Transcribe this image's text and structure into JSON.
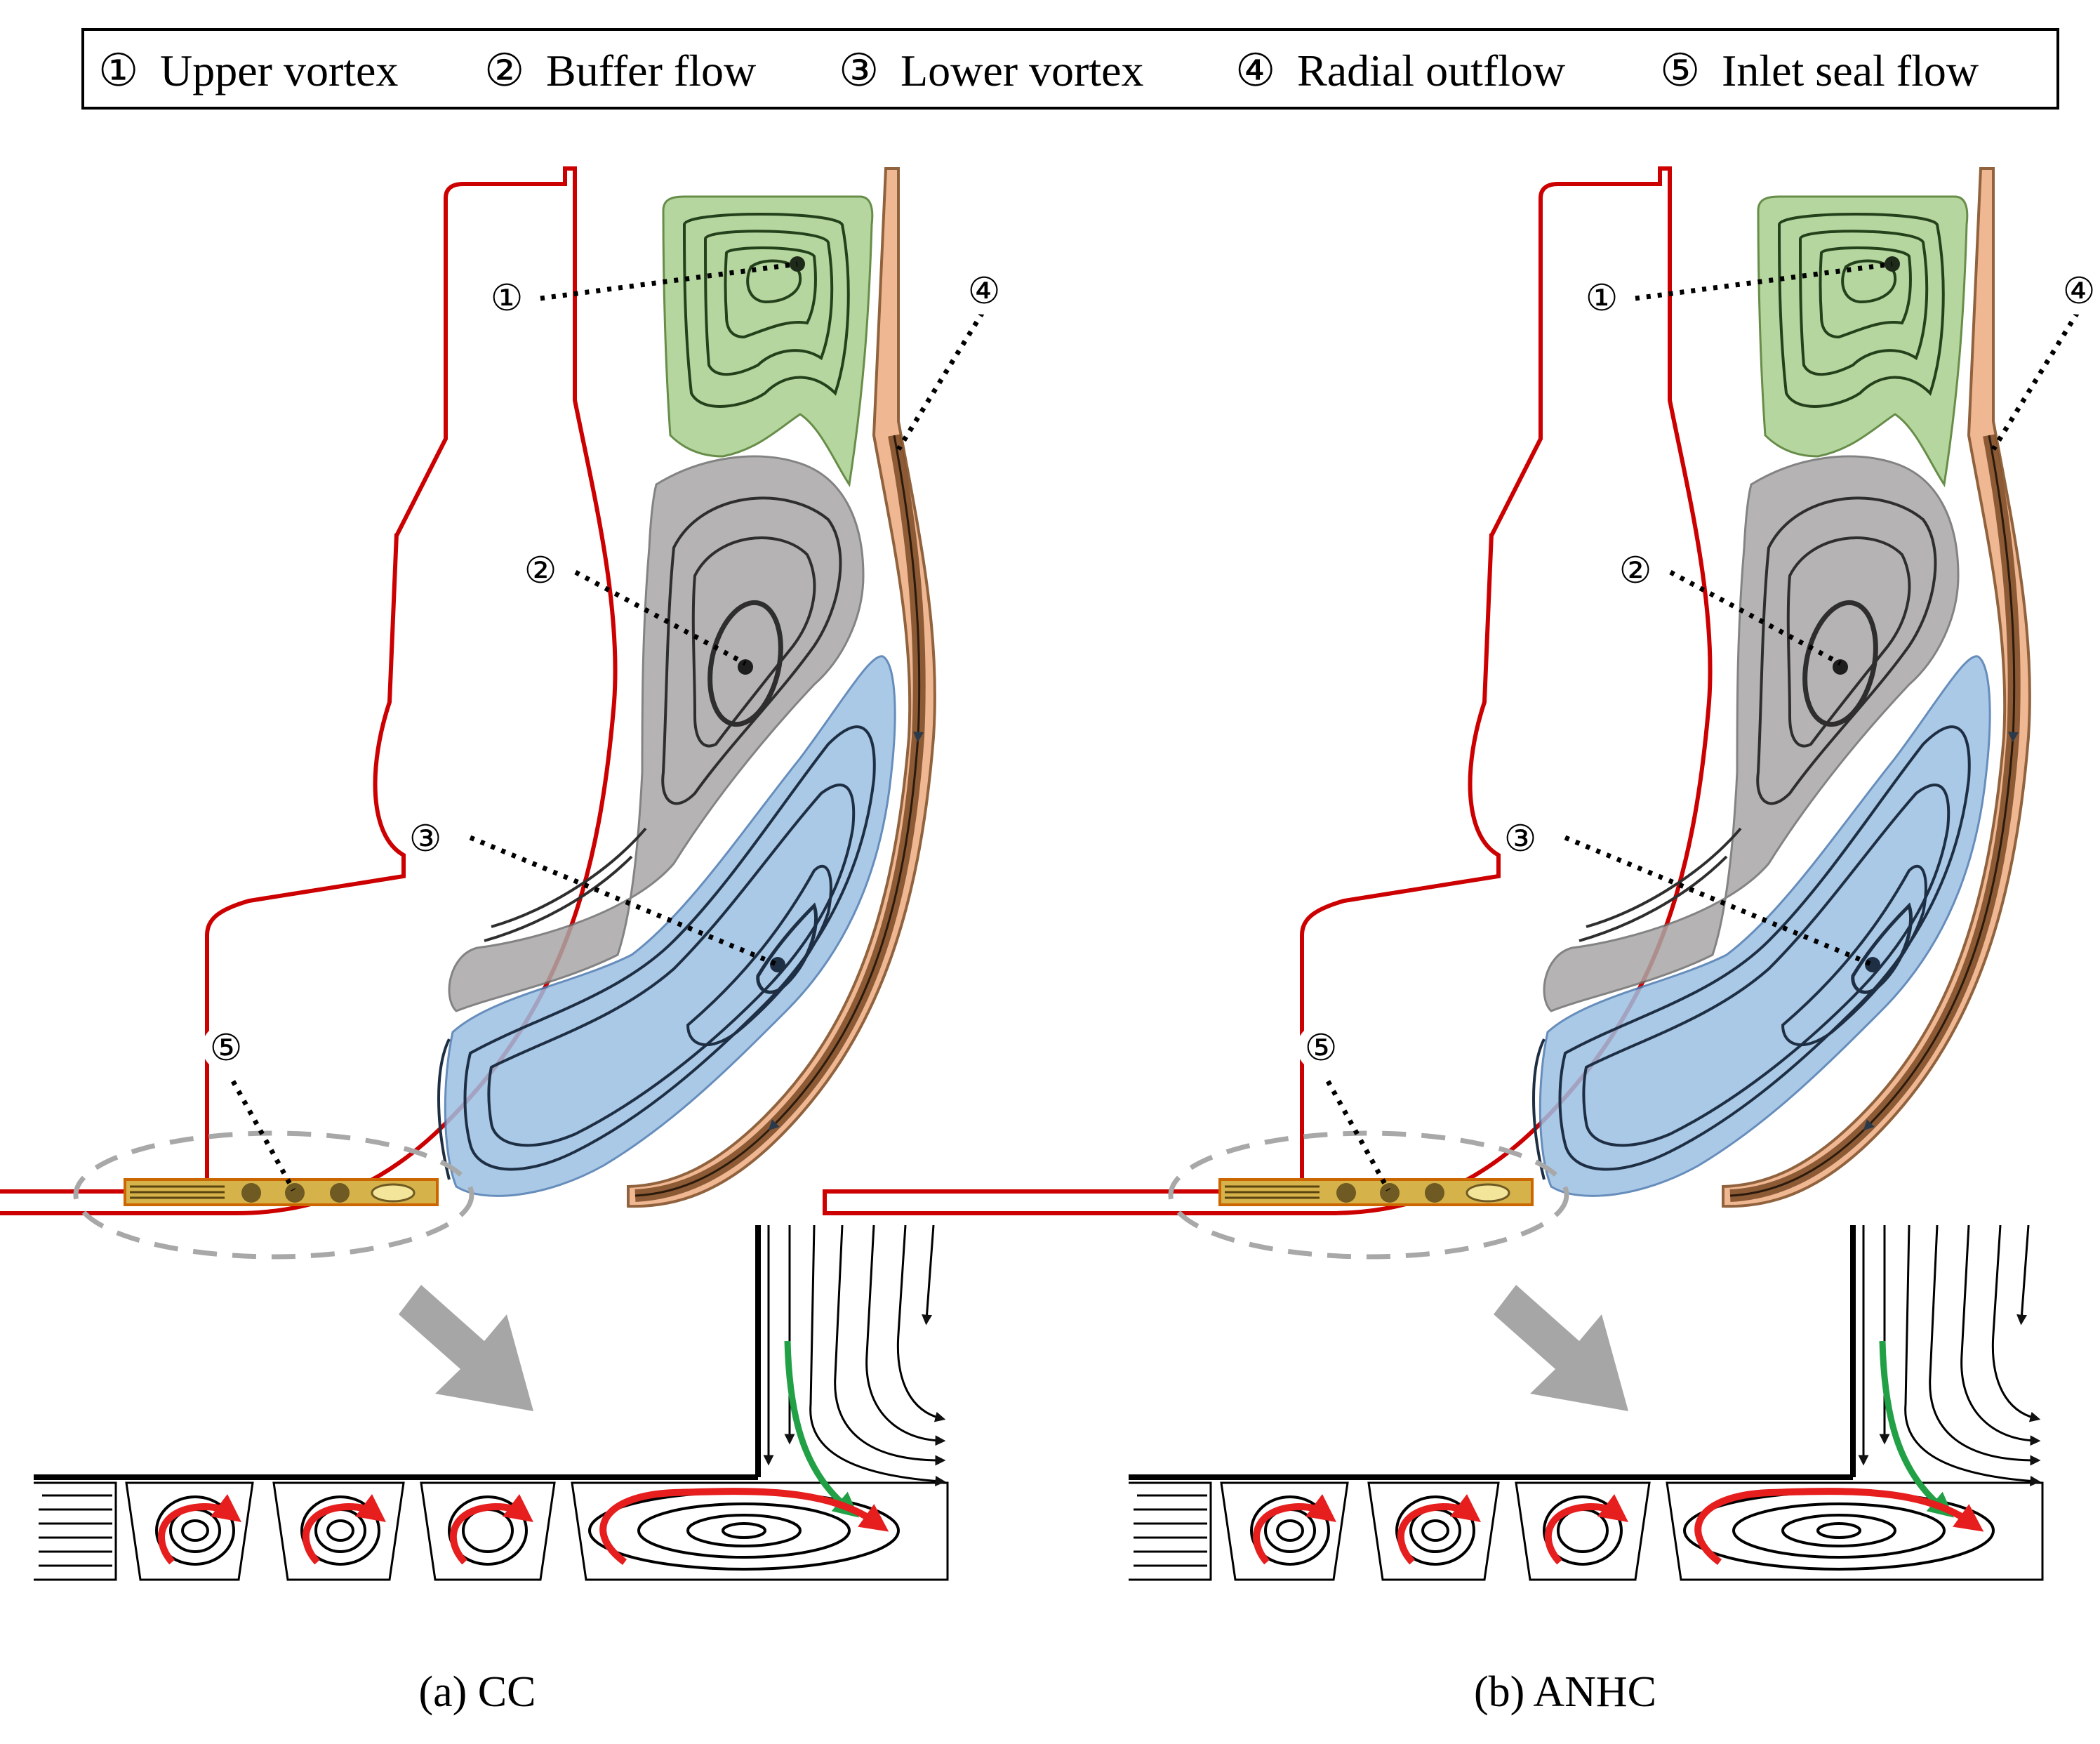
{
  "legend": {
    "items": [
      {
        "number": "①",
        "label": "Upper vortex"
      },
      {
        "number": "②",
        "label": "Buffer flow"
      },
      {
        "number": "③",
        "label": "Lower vortex"
      },
      {
        "number": "④",
        "label": "Radial outflow"
      },
      {
        "number": "⑤",
        "label": "Inlet seal flow"
      }
    ]
  },
  "panels": [
    {
      "caption": "(a) CC",
      "callouts": [
        "①",
        "②",
        "③",
        "④",
        "⑤"
      ]
    },
    {
      "caption": "(b) ANHC",
      "callouts": [
        "①",
        "②",
        "③",
        "④",
        "⑤"
      ]
    }
  ],
  "colors": {
    "upper_vortex": "#a9cf8f",
    "buffer_flow": "#a9a6a6",
    "lower_vortex": "#9cc0e3",
    "radial_outflow": "#8b5a33",
    "radial_outflow_light": "#f0b48e",
    "inlet_seal_flow": "#d6b24a",
    "wall": "#cc0000",
    "streamline": "#2b3a4a",
    "swirl_arrow": "#e61e1e",
    "jet_arrow": "#22a045",
    "zoom_arrow": "#a6a6a6",
    "dashed_ellipse": "#a8a8a8"
  },
  "icons": [
    "circled-number-icon",
    "zoom-arrow-icon",
    "swirl-arrow-icon"
  ]
}
